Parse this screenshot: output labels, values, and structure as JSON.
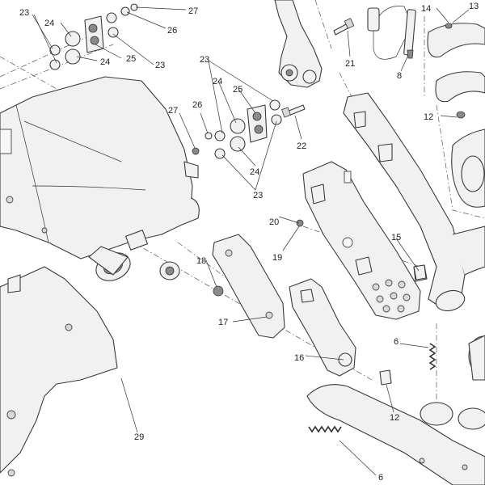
{
  "diagram": {
    "callouts": [
      {
        "id": "c23a",
        "text": "23"
      },
      {
        "id": "c24a",
        "text": "24"
      },
      {
        "id": "c24b",
        "text": "24"
      },
      {
        "id": "c25a",
        "text": "25"
      },
      {
        "id": "c23b",
        "text": "23"
      },
      {
        "id": "c27a",
        "text": "27"
      },
      {
        "id": "c26a",
        "text": "26"
      },
      {
        "id": "c21",
        "text": "21"
      },
      {
        "id": "c8",
        "text": "8"
      },
      {
        "id": "c14",
        "text": "14"
      },
      {
        "id": "c13",
        "text": "13"
      },
      {
        "id": "c12a",
        "text": "12"
      },
      {
        "id": "c23c",
        "text": "23"
      },
      {
        "id": "c24c",
        "text": "24"
      },
      {
        "id": "c25b",
        "text": "25"
      },
      {
        "id": "c27b",
        "text": "27"
      },
      {
        "id": "c26b",
        "text": "26"
      },
      {
        "id": "c22",
        "text": "22"
      },
      {
        "id": "c24d",
        "text": "24"
      },
      {
        "id": "c23d",
        "text": "23"
      },
      {
        "id": "c20",
        "text": "20"
      },
      {
        "id": "c19",
        "text": "19"
      },
      {
        "id": "c15",
        "text": "15"
      },
      {
        "id": "c18",
        "text": "18"
      },
      {
        "id": "c17",
        "text": "17"
      },
      {
        "id": "c16",
        "text": "16"
      },
      {
        "id": "c6a",
        "text": "6"
      },
      {
        "id": "c12b",
        "text": "12"
      },
      {
        "id": "c29",
        "text": "29"
      },
      {
        "id": "c6b",
        "text": "6"
      }
    ]
  }
}
